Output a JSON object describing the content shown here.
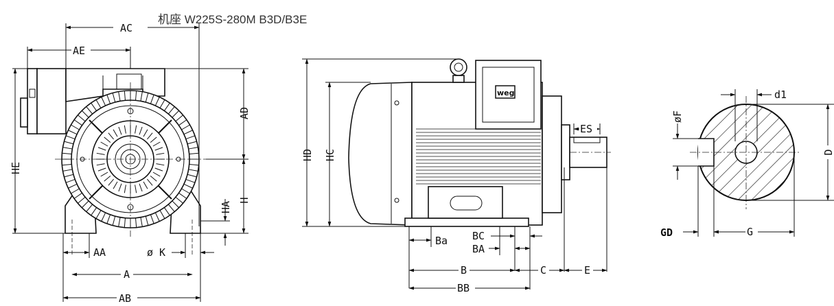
{
  "title": "机座 W225S-280M B3D/B3E",
  "front_view": {
    "labels": {
      "ac": "AC",
      "ae": "AE",
      "ad": "AD",
      "he": "HE",
      "h": "H",
      "ha": "HA",
      "aa": "AA",
      "k": "ø K",
      "a": "A",
      "ab": "AB"
    }
  },
  "side_view": {
    "labels": {
      "hd": "HD",
      "hc": "HC",
      "es": "ES",
      "bc": "BC",
      "ba": "BA",
      "bal": "Ba",
      "b": "B",
      "c": "C",
      "e": "E",
      "bb": "BB"
    },
    "logo": "weg"
  },
  "shaft_view": {
    "labels": {
      "d1": "d1",
      "of": "øF",
      "d": "D",
      "gd": "GD",
      "g": "G"
    }
  }
}
